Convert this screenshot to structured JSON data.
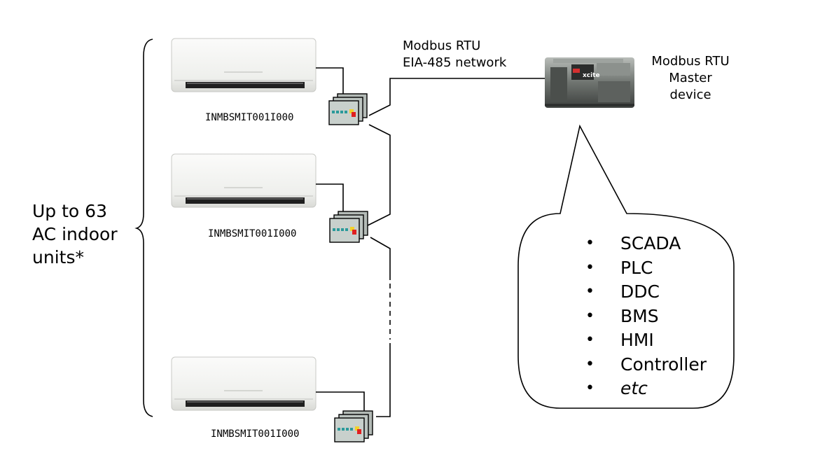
{
  "group_label": [
    "Up to 63",
    "AC indoor",
    "units*"
  ],
  "gateway_labels": [
    "INMBSMIT001I000",
    "INMBSMIT001I000",
    "INMBSMIT001I000"
  ],
  "network_label": [
    "Modbus RTU",
    "EIA-485 network"
  ],
  "master_label": [
    "Modbus RTU",
    "Master",
    "device"
  ],
  "master_device_brand": "xcite",
  "master_types": [
    "SCADA",
    "PLC",
    "DDC",
    "BMS",
    "HMI",
    "Controller",
    "etc"
  ],
  "colors": {
    "line": "#000000",
    "ac_unit_body": "#f3f4f2",
    "gateway_body": "#c8d0cc",
    "gateway_led_teal": "#2a9a9a",
    "gateway_led_red": "#e02020",
    "gateway_led_yellow": "#f2d22a"
  }
}
